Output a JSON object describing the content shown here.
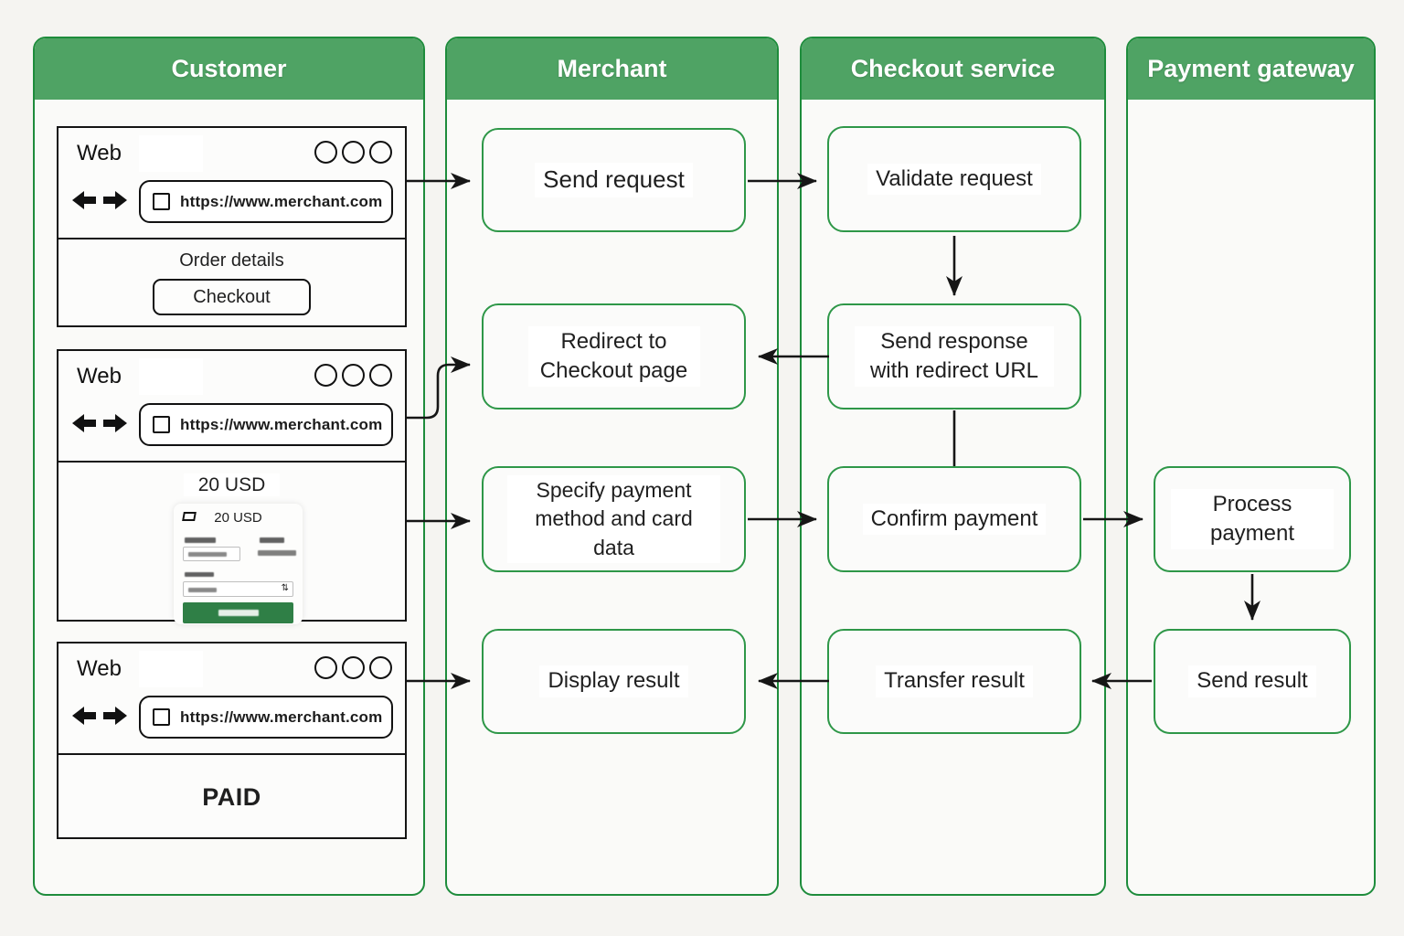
{
  "lanes": [
    {
      "title": "Customer"
    },
    {
      "title": "Merchant"
    },
    {
      "title": "Checkout service"
    },
    {
      "title": "Payment gateway"
    }
  ],
  "boxes": {
    "send_request": "Send request",
    "redirect_to_checkout": "Redirect to Checkout page",
    "specify_payment": "Specify payment method and card data",
    "display_result": "Display result",
    "validate_request": "Validate request",
    "send_response": "Send response with redirect URL",
    "confirm_payment": "Confirm payment",
    "transfer_result": "Transfer result",
    "process_payment": "Process payment",
    "send_result": "Send result"
  },
  "browsers": [
    {
      "window_label": "Web",
      "url": "https://www.merchant.com",
      "page_title": "Order details",
      "checkout_button": "Checkout"
    },
    {
      "window_label": "Web",
      "url": "https://www.merchant.com",
      "page_title": "20 USD",
      "payment_card_amount": "20 USD"
    },
    {
      "window_label": "Web",
      "url": "https://www.merchant.com",
      "page_title": "PAID"
    }
  ],
  "colors": {
    "lane_header_green": "#4fa364",
    "lane_border_green": "#1e8c3c",
    "box_border_green": "#2e9748",
    "pay_button_green": "#2f7f46",
    "arrow_black": "#161616"
  }
}
